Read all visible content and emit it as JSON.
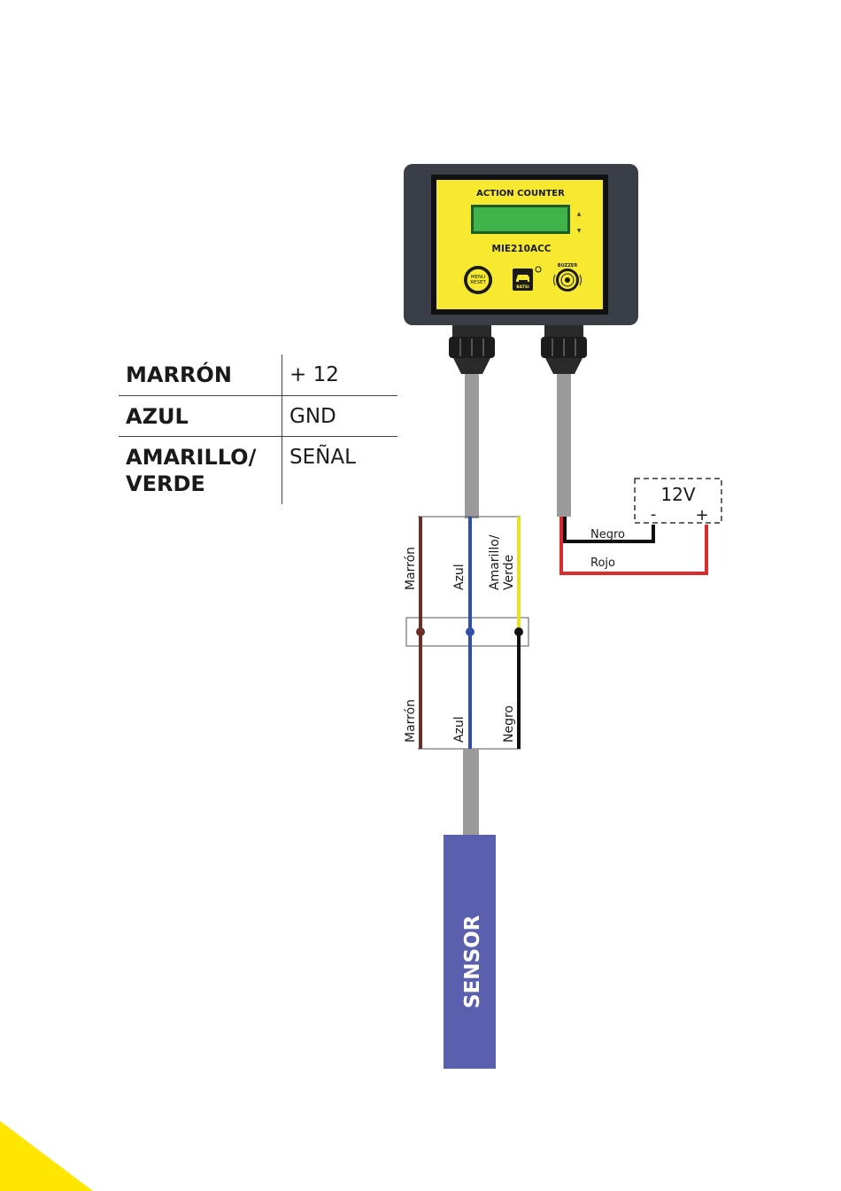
{
  "device": {
    "title": "ACTION COUNTER",
    "model": "MIE210ACC",
    "menu_button_label": "MENU\nRESET",
    "logo_text": "BATSI",
    "buzzer_label": "BUZZER",
    "up_arrow": "▲",
    "down_arrow": "▼",
    "colors": {
      "enclosure": "#3a3f47",
      "face": "#f6e92f",
      "lcd": "#3fb24a"
    }
  },
  "wiring_table": [
    {
      "wire": "MARRÓN",
      "function": "+ 12"
    },
    {
      "wire": "AZUL",
      "function": "GND"
    },
    {
      "wire": "AMARILLO/\nVERDE",
      "function": "SEÑAL"
    }
  ],
  "power_supply": {
    "label": "12V",
    "minus": "-",
    "plus": "+",
    "negative_wire": "Negro",
    "positive_wire": "Rojo"
  },
  "top_wires": [
    "Marrón",
    "Azul",
    "Amarillo/\nVerde"
  ],
  "bottom_wires": [
    "Marrón",
    "Azul",
    "Negro"
  ],
  "sensor_label": "SENSOR",
  "colors": {
    "brown": "#6b2f2a",
    "blue": "#2f4fa8",
    "yellow": "#e8e227",
    "black": "#111111",
    "red": "#d92b2b",
    "cable": "#9a9a9a",
    "sensor": "#5a5fae",
    "accent": "#ffe600"
  }
}
